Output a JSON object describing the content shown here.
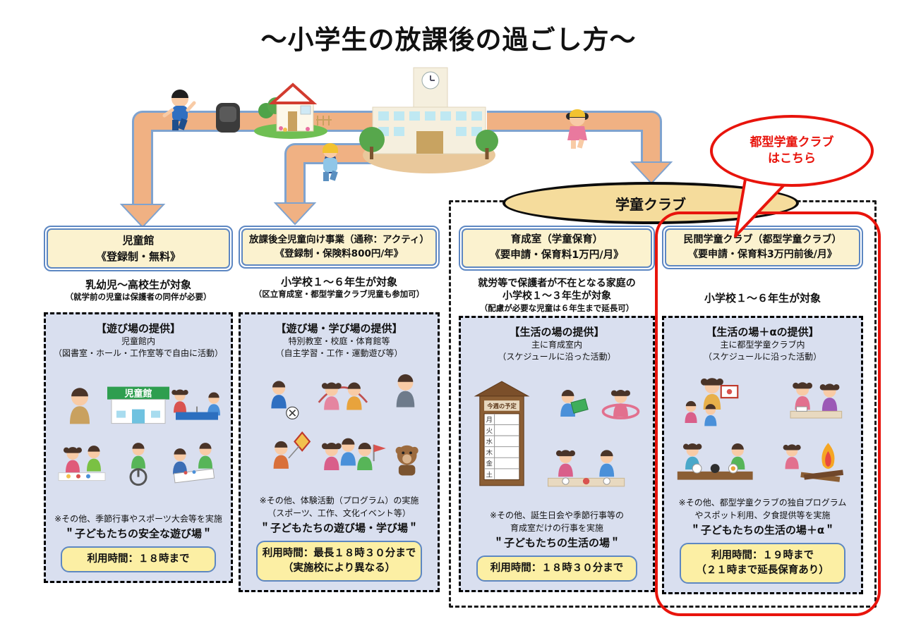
{
  "title": "～小学生の放課後の過ごし方～",
  "callout": {
    "lines": [
      "都型学童クラブ",
      "はこちら"
    ]
  },
  "group_label": "学童クラブ",
  "colors": {
    "arrow": "#F0B183",
    "arrow_outline": "#7FA3CF",
    "accent_red": "#E8140C",
    "panel_blue": "#D9DFEF",
    "header_cream": "#FBF2CF",
    "button_yellow": "#FCEFA4",
    "oval_tan": "#F5DC9C"
  },
  "illustration_labels": {
    "jidokan_sign": "児童館",
    "schedule_title": "今週の予定",
    "schedule_days": [
      "月",
      "火",
      "水",
      "木",
      "金",
      "土"
    ]
  },
  "columns": [
    {
      "name": "児童館",
      "header": [
        "児童館",
        "《登録制・無料》"
      ],
      "target": [
        "乳幼児～高校生が対象",
        "（就学前の児童は保護者の同伴が必要）"
      ],
      "provide_title": "【遊び場の提供】",
      "provide_desc": [
        "児童館内",
        "（図書室・ホール・工作室等で自由に活動）"
      ],
      "notes": [
        "※その他、季節行事やスポーツ大会等を実施"
      ],
      "slogan": "＂子どもたちの安全な遊び場＂",
      "time": [
        "利用時間：１８時まで"
      ]
    },
    {
      "name": "放課後全児童向け事業",
      "header": [
        "放課後全児童向け事業（通称：アクティ）",
        "《登録制・保険料800円/年》"
      ],
      "target": [
        "小学校１～６年生が対象",
        "（区立育成室・都型学童クラブ児童も参加可）"
      ],
      "provide_title": "【遊び場・学び場の提供】",
      "provide_desc": [
        "特別教室・校庭・体育館等",
        "（自主学習・工作・運動遊び等）"
      ],
      "notes": [
        "※その他、体験活動（プログラム）の実施",
        "（スポーツ、工作、文化イベント等）"
      ],
      "slogan": "＂子どもたちの遊び場・学び場＂",
      "time": [
        "利用時間：最長１８時３０分まで",
        "（実施校により異なる）"
      ]
    },
    {
      "name": "育成室",
      "header": [
        "育成室（学童保育）",
        "《要申請・保育料1万円/月》"
      ],
      "target": [
        "就労等で保護者が不在となる家庭の",
        "小学校１～３年生が対象",
        "（配慮が必要な児童は６年生まで延長可）"
      ],
      "provide_title": "【生活の場の提供】",
      "provide_desc": [
        "主に育成室内",
        "（スケジュールに沿った活動）"
      ],
      "notes": [
        "※その他、誕生日会や季節行事等の",
        "育成室だけの行事を実施"
      ],
      "slogan": "＂子どもたちの生活の場＂",
      "time": [
        "利用時間：１８時３０分まで"
      ]
    },
    {
      "name": "民間学童クラブ",
      "header": [
        "民間学童クラブ（都型学童クラブ）",
        "《要申請・保育料3万円前後/月》"
      ],
      "target": [
        "小学校１～６年生が対象"
      ],
      "provide_title": "【生活の場＋αの提供】",
      "provide_desc": [
        "主に都型学童クラブ内",
        "（スケジュールに沿った活動）"
      ],
      "notes": [
        "※その他、都型学童クラブの独自プログラム",
        "やスポット利用、夕食提供等を実施"
      ],
      "slogan": "＂子どもたちの生活の場＋α＂",
      "time": [
        "利用時間：１９時まで",
        "（２１時まで延長保育あり）"
      ]
    }
  ]
}
